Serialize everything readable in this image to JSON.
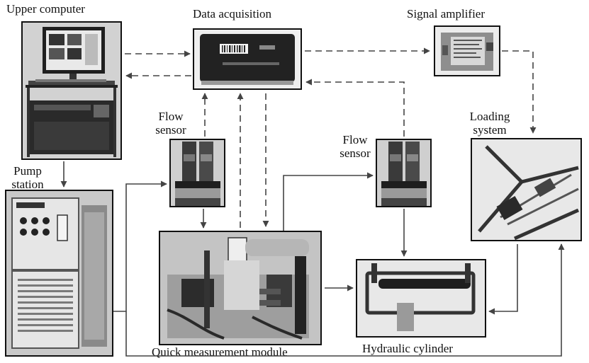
{
  "diagram": {
    "nodes": {
      "upper_computer": "Upper computer",
      "data_acquisition": "Data acquisition",
      "signal_amplifier": "Signal amplifier",
      "flow_sensor_left": "Flow sensor",
      "flow_sensor_right": "Flow sensor",
      "loading_system": "Loading system",
      "pump_station": "Pump station",
      "quick_measurement_module": "Quick measurement module",
      "hydraulic_cylinder": "Hydraulic cylinder"
    },
    "line_styles": {
      "signal": "dashed",
      "hydraulic": "solid"
    }
  }
}
